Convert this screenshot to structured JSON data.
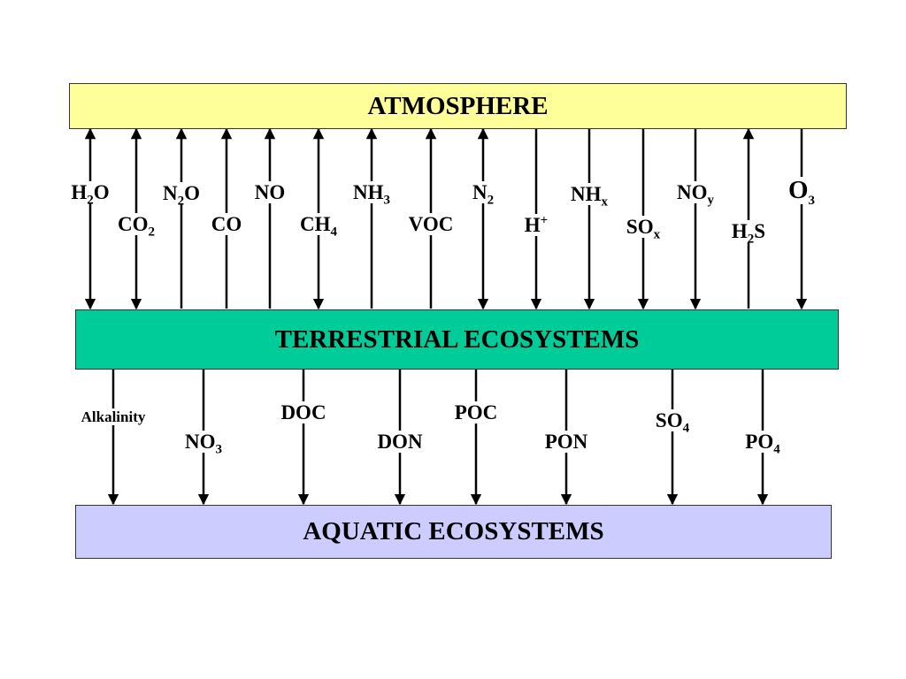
{
  "boxes": {
    "atmosphere": {
      "label": "ATMOSPHERE",
      "color": "#FFFF99"
    },
    "terrestrial": {
      "label": "TERRESTRIAL ECOSYSTEMS",
      "color": "#00CC99"
    },
    "aquatic": {
      "label": "AQUATIC ECOSYSTEMS",
      "color": "#CCCCFF"
    }
  },
  "upper_flows": [
    {
      "id": "h2o",
      "parts": [
        [
          "H",
          ""
        ],
        [
          "2",
          "sub"
        ],
        [
          "O",
          ""
        ]
      ],
      "direction": "both"
    },
    {
      "id": "co2",
      "parts": [
        [
          "CO",
          ""
        ],
        [
          "2",
          "sub"
        ]
      ],
      "direction": "both"
    },
    {
      "id": "n2o",
      "parts": [
        [
          "N",
          ""
        ],
        [
          "2",
          "sub"
        ],
        [
          "O",
          ""
        ]
      ],
      "direction": "up"
    },
    {
      "id": "co",
      "parts": [
        [
          "CO",
          ""
        ]
      ],
      "direction": "up"
    },
    {
      "id": "no",
      "parts": [
        [
          "NO",
          ""
        ]
      ],
      "direction": "up"
    },
    {
      "id": "ch4",
      "parts": [
        [
          "CH",
          ""
        ],
        [
          "4",
          "sub"
        ]
      ],
      "direction": "both"
    },
    {
      "id": "nh3",
      "parts": [
        [
          "NH",
          ""
        ],
        [
          "3",
          "sub"
        ]
      ],
      "direction": "up"
    },
    {
      "id": "voc",
      "parts": [
        [
          "VOC",
          ""
        ]
      ],
      "direction": "up"
    },
    {
      "id": "n2",
      "parts": [
        [
          "N",
          ""
        ],
        [
          "2",
          "sub"
        ]
      ],
      "direction": "both"
    },
    {
      "id": "h-plus",
      "parts": [
        [
          "H",
          ""
        ],
        [
          "+",
          "sup"
        ]
      ],
      "direction": "down"
    },
    {
      "id": "nhx",
      "parts": [
        [
          "NH",
          ""
        ],
        [
          "x",
          "sub"
        ]
      ],
      "direction": "down"
    },
    {
      "id": "sox",
      "parts": [
        [
          "SO",
          ""
        ],
        [
          "x",
          "sub"
        ]
      ],
      "direction": "down"
    },
    {
      "id": "noy",
      "parts": [
        [
          "NO",
          ""
        ],
        [
          "y",
          "sub"
        ]
      ],
      "direction": "down"
    },
    {
      "id": "h2s",
      "parts": [
        [
          "H",
          ""
        ],
        [
          "2",
          "sub"
        ],
        [
          "S",
          ""
        ]
      ],
      "direction": "up"
    },
    {
      "id": "o3",
      "parts": [
        [
          "O",
          ""
        ],
        [
          "3",
          "sub"
        ]
      ],
      "direction": "down"
    }
  ],
  "lower_flows": [
    {
      "id": "alkalinity",
      "parts": [
        [
          "Alkalinity",
          ""
        ]
      ],
      "direction": "down"
    },
    {
      "id": "no3",
      "parts": [
        [
          "NO",
          ""
        ],
        [
          "3",
          "sub"
        ]
      ],
      "direction": "down"
    },
    {
      "id": "doc",
      "parts": [
        [
          "DOC",
          ""
        ]
      ],
      "direction": "down"
    },
    {
      "id": "don",
      "parts": [
        [
          "DON",
          ""
        ]
      ],
      "direction": "down"
    },
    {
      "id": "poc",
      "parts": [
        [
          "POC",
          ""
        ]
      ],
      "direction": "down"
    },
    {
      "id": "pon",
      "parts": [
        [
          "PON",
          ""
        ]
      ],
      "direction": "down"
    },
    {
      "id": "so4",
      "parts": [
        [
          "SO",
          ""
        ],
        [
          "4",
          "sub"
        ]
      ],
      "direction": "down"
    },
    {
      "id": "po4",
      "parts": [
        [
          "PO",
          ""
        ],
        [
          "4",
          "sub"
        ]
      ],
      "direction": "down"
    }
  ]
}
